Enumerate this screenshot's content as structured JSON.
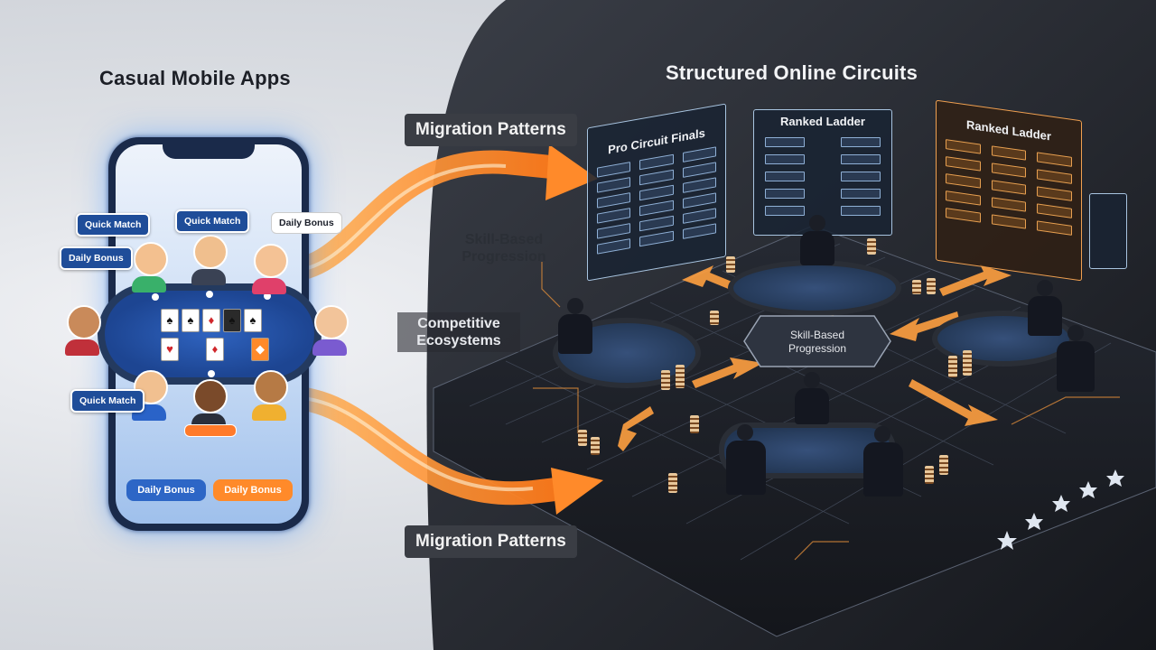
{
  "left_title": "Casual Mobile Apps",
  "right_title": "Structured Online Circuits",
  "flow_labels": {
    "top": "Migration Patterns",
    "bottom": "Migration Patterns"
  },
  "side_labels": {
    "skill_line1": "Skill-Based",
    "skill_line2": "Progression",
    "comp_line1": "Competitive",
    "comp_line2": "Ecosystems"
  },
  "phone": {
    "pills": {
      "quick_match_1": "Quick Match",
      "quick_match_2": "Quick Match",
      "daily_bonus_top": "Daily Bonus",
      "daily_bonus_left": "Daily Bonus",
      "quick_match_3": "Quick Match"
    },
    "buttons": {
      "daily_bonus_blue": "Daily Bonus",
      "daily_bonus_orange": "Daily Bonus"
    },
    "cards_row1": [
      "♠",
      "♠",
      "♦",
      "♠",
      "♠"
    ],
    "cards_row2": [
      "♥",
      "♦",
      "◆"
    ]
  },
  "boards": {
    "pro_circuit": "Pro Circuit Finals",
    "ranked_ladder_center": "Ranked Ladder",
    "ranked_ladder_right": "Ranked Ladder"
  },
  "hub": {
    "line1": "Skill-Based",
    "line2": "Progression"
  },
  "colors": {
    "accent_orange": "#ff8a2a",
    "phone_blue": "#1f4d99",
    "dark_bg": "#1c1f26"
  }
}
